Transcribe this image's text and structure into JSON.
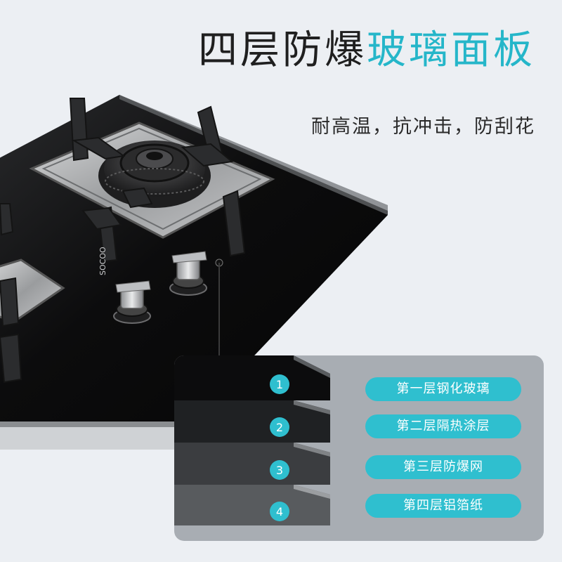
{
  "headline": {
    "dark": "四层防爆",
    "accent": "玻璃面板"
  },
  "subline": "耐高温，抗冲击，防刮花",
  "brand_logo": "SOCOO",
  "layers": [
    {
      "number": "1",
      "label": "第一层钢化玻璃"
    },
    {
      "number": "2",
      "label": "第二层隔热涂层"
    },
    {
      "number": "3",
      "label": "第三层防爆网"
    },
    {
      "number": "4",
      "label": "第四层铝箔纸"
    }
  ],
  "colors": {
    "accent": "#25b6c9",
    "label_bg": "#2fbfcf",
    "panel_bg": "#a8adb3",
    "glass": "#0d0d0e"
  }
}
